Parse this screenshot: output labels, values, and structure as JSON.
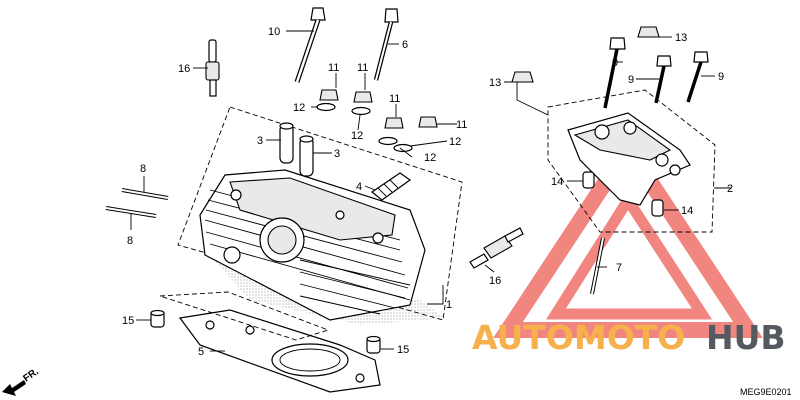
{
  "diagram": {
    "callouts": {
      "c1": "1",
      "c2": "2",
      "c3a": "3",
      "c3b": "3",
      "c4": "4",
      "c5": "5",
      "c6": "6",
      "c7": "7",
      "c8a": "8",
      "c8b": "8",
      "c9a": "9",
      "c9b": "9",
      "c9c": "9",
      "c10": "10",
      "c11a": "11",
      "c11b": "11",
      "c11c": "11",
      "c11d": "11",
      "c12a": "12",
      "c12b": "12",
      "c12c": "12",
      "c12d": "12",
      "c13a": "13",
      "c13b": "13",
      "c14a": "14",
      "c14b": "14",
      "c15a": "15",
      "c15b": "15",
      "c16a": "16",
      "c16b": "16"
    },
    "direction_label": "FR.",
    "diagram_code": "MEG9E0201"
  },
  "watermark": {
    "text_a": "AUTOMOTO",
    "text_b": "HUB",
    "color_triangle": "#e8372f",
    "color_a": "#f6b14c",
    "color_b": "#555a60"
  }
}
